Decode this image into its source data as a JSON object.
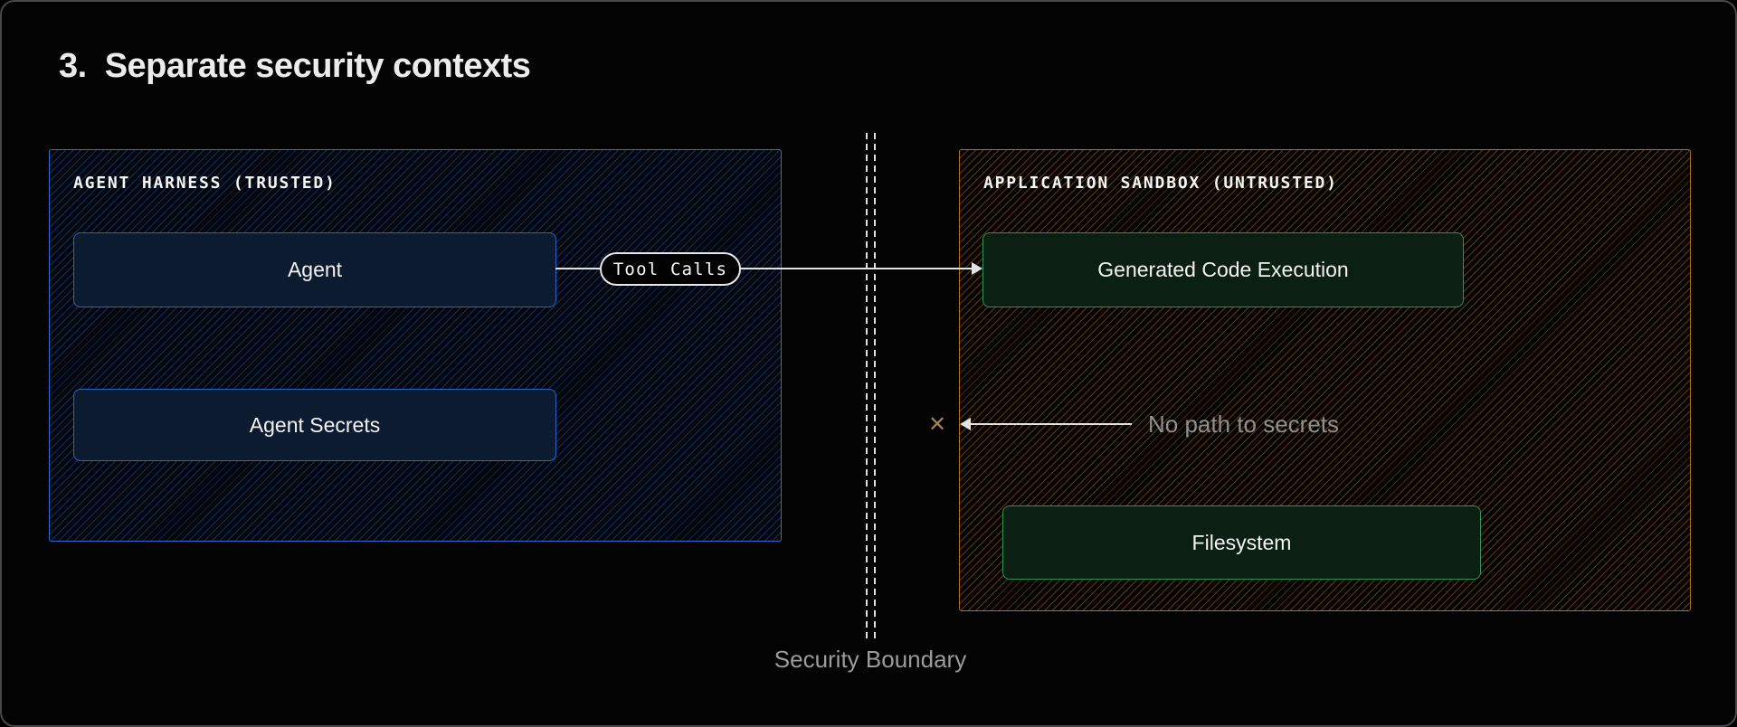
{
  "title": {
    "number": "3.",
    "text": "Separate security contexts"
  },
  "panels": {
    "harness": {
      "label": "AGENT HARNESS (TRUSTED)",
      "accent_color": "#2f6cd1",
      "nodes": [
        {
          "label": "Agent"
        },
        {
          "label": "Agent Secrets"
        }
      ]
    },
    "sandbox": {
      "label": "APPLICATION SANDBOX (UNTRUSTED)",
      "accent_color": "#b1701a",
      "nodes": [
        {
          "label": "Generated Code Execution"
        },
        {
          "label": "Filesystem"
        }
      ]
    }
  },
  "connector": {
    "label": "Tool Calls"
  },
  "no_path": {
    "icon": "✕",
    "label": "No path to secrets"
  },
  "boundary": {
    "label": "Security Boundary"
  },
  "colors": {
    "background": "#030303",
    "harness_accent": "#2f6cd1",
    "sandbox_accent": "#b1701a",
    "node_blue_fill": "#0d1b31",
    "node_green_fill": "#0b2012",
    "node_green_border": "#2f9152",
    "arrow": "#e3e3e3",
    "blocked_x": "#a28354",
    "muted_label": "#9c9c9c"
  }
}
